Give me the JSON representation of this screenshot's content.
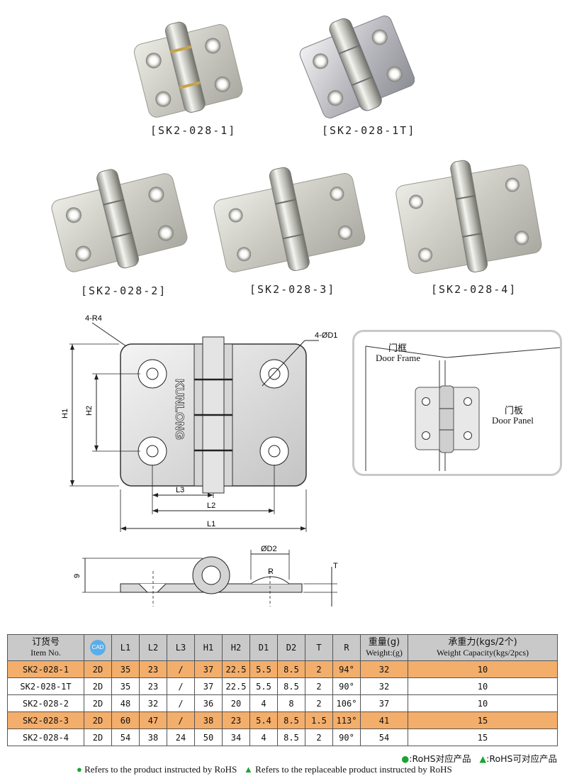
{
  "products": [
    {
      "caption": "[SK2-028-1]"
    },
    {
      "caption": "[SK2-028-1T]"
    },
    {
      "caption": "[SK2-028-2]"
    },
    {
      "caption": "[SK2-028-3]"
    },
    {
      "caption": "[SK2-028-4]"
    }
  ],
  "drawing": {
    "r4": "4-R4",
    "d1": "4-ØD1",
    "h1": "H1",
    "h2": "H2",
    "l1": "L1",
    "l2": "L2",
    "l3": "L3",
    "brand": "KUNLONG",
    "d2": "ØD2",
    "r": "R",
    "t": "T",
    "nine": "9"
  },
  "install": {
    "frame_cn": "门框",
    "frame_en": "Door Frame",
    "panel_cn": "门板",
    "panel_en": "Door Panel"
  },
  "table": {
    "headers": {
      "item_cn": "订货号",
      "item_en": "Item No.",
      "cad": "CAD",
      "l1": "L1",
      "l2": "L2",
      "l3": "L3",
      "h1": "H1",
      "h2": "H2",
      "d1": "D1",
      "d2": "D2",
      "t": "T",
      "r": "R",
      "weight_cn": "重量(g)",
      "weight_en": "Weight:(g)",
      "cap_cn": "承重力(kgs/2个)",
      "cap_en": "Weight Capacity(kgs/2pcs)"
    },
    "rows": [
      {
        "item": "SK2-028-1",
        "cad": "2D",
        "l1": "35",
        "l2": "23",
        "l3": "/",
        "h1": "37",
        "h2": "22.5",
        "d1": "5.5",
        "d2": "8.5",
        "t": "2",
        "r": "94°",
        "weight": "32",
        "cap": "10",
        "highlight": true
      },
      {
        "item": "SK2-028-1T",
        "cad": "2D",
        "l1": "35",
        "l2": "23",
        "l3": "/",
        "h1": "37",
        "h2": "22.5",
        "d1": "5.5",
        "d2": "8.5",
        "t": "2",
        "r": "90°",
        "weight": "32",
        "cap": "10",
        "highlight": false
      },
      {
        "item": "SK2-028-2",
        "cad": "2D",
        "l1": "48",
        "l2": "32",
        "l3": "/",
        "h1": "36",
        "h2": "20",
        "d1": "4",
        "d2": "8",
        "t": "2",
        "r": "106°",
        "weight": "37",
        "cap": "10",
        "highlight": false
      },
      {
        "item": "SK2-028-3",
        "cad": "2D",
        "l1": "60",
        "l2": "47",
        "l3": "/",
        "h1": "38",
        "h2": "23",
        "d1": "5.4",
        "d2": "8.5",
        "t": "1.5",
        "r": "113°",
        "weight": "41",
        "cap": "15",
        "highlight": true
      },
      {
        "item": "SK2-028-4",
        "cad": "2D",
        "l1": "54",
        "l2": "38",
        "l3": "24",
        "h1": "50",
        "h2": "34",
        "d1": "4",
        "d2": "8.5",
        "t": "2",
        "r": "90°",
        "weight": "54",
        "cap": "15",
        "highlight": false
      }
    ]
  },
  "notes": {
    "rohs_cn": ":RoHS对应产品",
    "replace_cn": ":RoHS可对应产品",
    "rohs_en": "Refers to the product instructed by RoHS",
    "replace_en": "Refers to the replaceable product instructed by RoHS"
  },
  "colors": {
    "highlight_row": "#f3ae6b",
    "header_bg": "#c9c9c9",
    "rohs_green": "#1aa532",
    "cad_blue": "#5aaee8"
  }
}
